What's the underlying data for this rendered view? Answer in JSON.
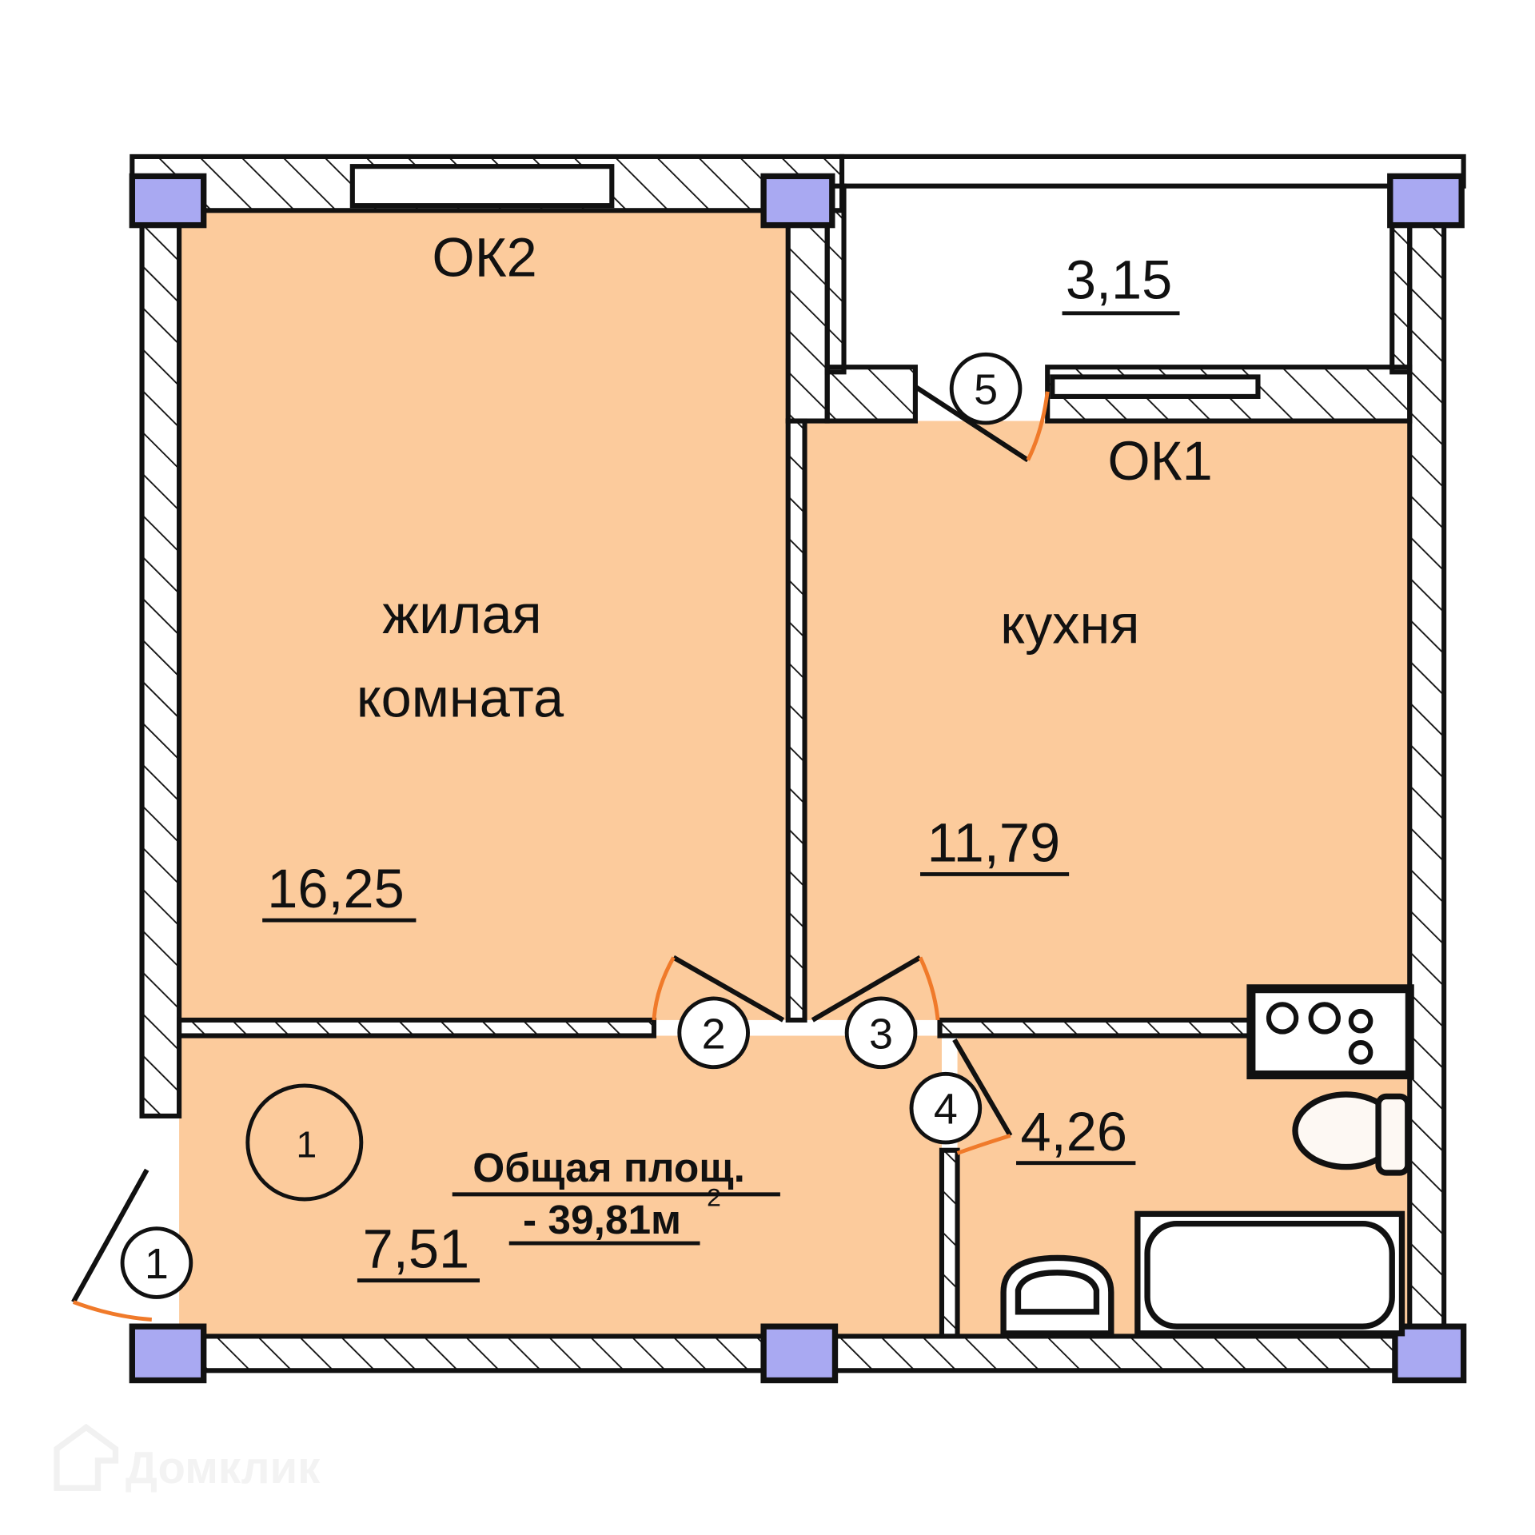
{
  "rooms": {
    "living": {
      "name_line1": "жилая",
      "name_line2": "комната",
      "area": "16,25",
      "window": "ОК2"
    },
    "kitchen": {
      "name": "кухня",
      "area": "11,79",
      "window": "ОК1"
    },
    "balcony": {
      "area": "3,15"
    },
    "bathroom": {
      "area": "4,26"
    },
    "hall": {
      "area": "7,51",
      "marker": "1"
    }
  },
  "doors": [
    "1",
    "2",
    "3",
    "4",
    "5"
  ],
  "total": {
    "label": "Общая площ.",
    "value": "- 39,81м",
    "unit_sup": "2"
  },
  "watermark": "Домклик",
  "colors": {
    "room_fill": "#fccb9c",
    "pillar": "#a9a9f2",
    "door_swing": "#f07a2a"
  }
}
